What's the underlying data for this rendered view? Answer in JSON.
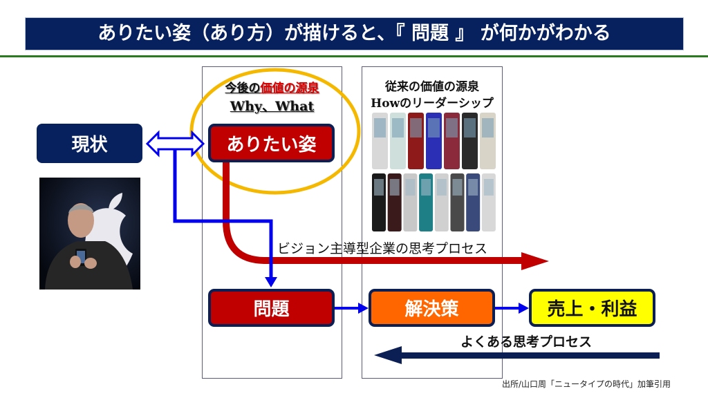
{
  "title": "ありたい姿（あり方）が描けると、『 問題 』 が何かがわかる",
  "left_panel": {
    "heading_prefix": "今後の",
    "heading_highlight": "価値の源泉",
    "subheading": "Why、What"
  },
  "right_panel": {
    "heading": "従来の価値の源泉",
    "subheading": "Howのリーダーシップ"
  },
  "boxes": {
    "current_state": "現状",
    "ideal_state": "ありたい姿",
    "problem": "問題",
    "solution": "解決策",
    "sales_profit": "売上・利益"
  },
  "arrows": {
    "vision_process_label": "ビジョン主導型企業の思考プロセス",
    "common_process_label": "よくある思考プロセス"
  },
  "images": {
    "presenter_photo": "presenter-with-phone-photo",
    "phones_collage": "feature-phones-collage"
  },
  "source_note": "出所/山口周「ニュータイプの時代」加筆引用",
  "colors": {
    "title_bg": "#07205e",
    "rule_green": "#2a7a1f",
    "dark_red": "#c00000",
    "orange": "#ff6600",
    "yellow": "#ffff00",
    "navy": "#0b1f55",
    "blue_arrow": "#0000ee",
    "highlight_circle": "#f5b800"
  }
}
